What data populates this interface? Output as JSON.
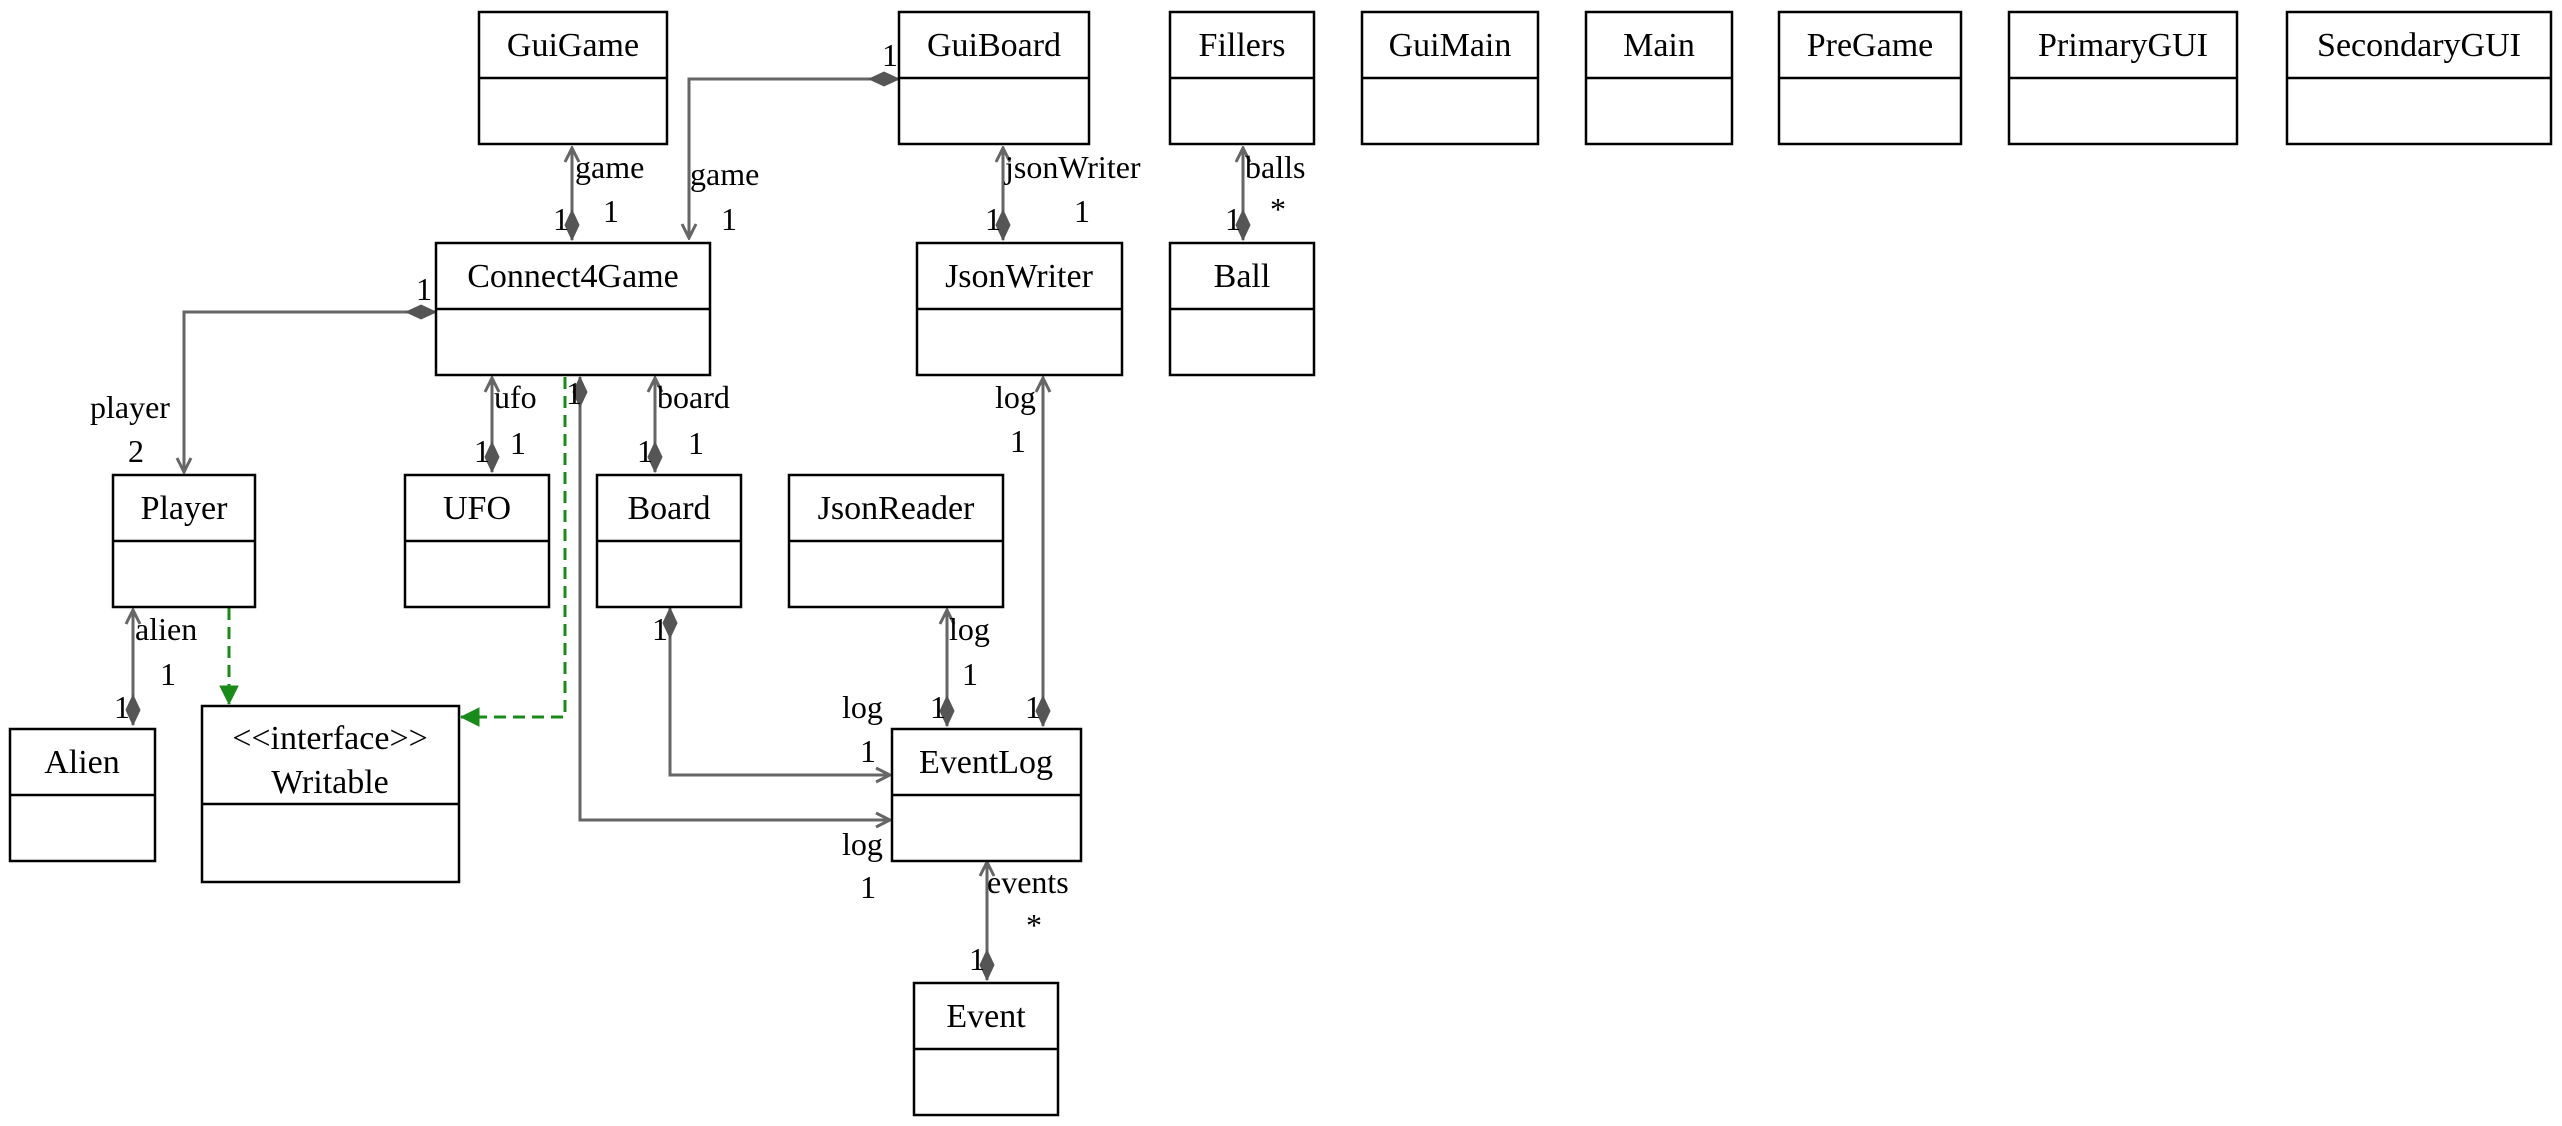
{
  "classes": {
    "GuiGame": "GuiGame",
    "GuiBoard": "GuiBoard",
    "Fillers": "Fillers",
    "GuiMain": "GuiMain",
    "Main": "Main",
    "PreGame": "PreGame",
    "PrimaryGUI": "PrimaryGUI",
    "SecondaryGUI": "SecondaryGUI",
    "Connect4Game": "Connect4Game",
    "JsonWriter": "JsonWriter",
    "Ball": "Ball",
    "Player": "Player",
    "UFO": "UFO",
    "Board": "Board",
    "JsonReader": "JsonReader",
    "Alien": "Alien",
    "Writable_stereotype": "<<interface>>",
    "Writable": "Writable",
    "EventLog": "EventLog",
    "Event": "Event"
  },
  "edges": {
    "c4g_guigame": {
      "role": "game",
      "src_mult": "1",
      "tgt_mult": "1"
    },
    "guiboard_c4g": {
      "role": "game",
      "src_mult": "1",
      "tgt_mult": "1"
    },
    "jsonwriter_guiboard": {
      "role": "jsonWriter",
      "src_mult": "1",
      "tgt_mult": "1"
    },
    "ball_fillers": {
      "role": "balls",
      "src_mult": "1",
      "tgt_mult": "*"
    },
    "c4g_player": {
      "role": "player",
      "src_mult": "1",
      "tgt_mult": "2"
    },
    "ufo_c4g": {
      "role": "ufo",
      "src_mult": "1",
      "tgt_mult": "1"
    },
    "c4g_eventlog": {
      "role": "log",
      "src_mult": "1",
      "tgt_mult": "1"
    },
    "board_c4g": {
      "role": "board",
      "src_mult": "1",
      "tgt_mult": "1"
    },
    "eventlog_jsonwriter": {
      "role": "log",
      "src_mult": "1",
      "tgt_mult": "1"
    },
    "alien_player": {
      "role": "alien",
      "src_mult": "1",
      "tgt_mult": "1"
    },
    "board_eventlog": {
      "role": "log",
      "src_mult": "1",
      "tgt_mult": "1"
    },
    "eventlog_jsonreader": {
      "role": "log",
      "src_mult": "1",
      "tgt_mult": "1"
    },
    "event_eventlog": {
      "role": "events",
      "src_mult": "1",
      "tgt_mult": "*"
    }
  },
  "colors": {
    "association": "#666666",
    "realization": "#1a8a1a"
  }
}
